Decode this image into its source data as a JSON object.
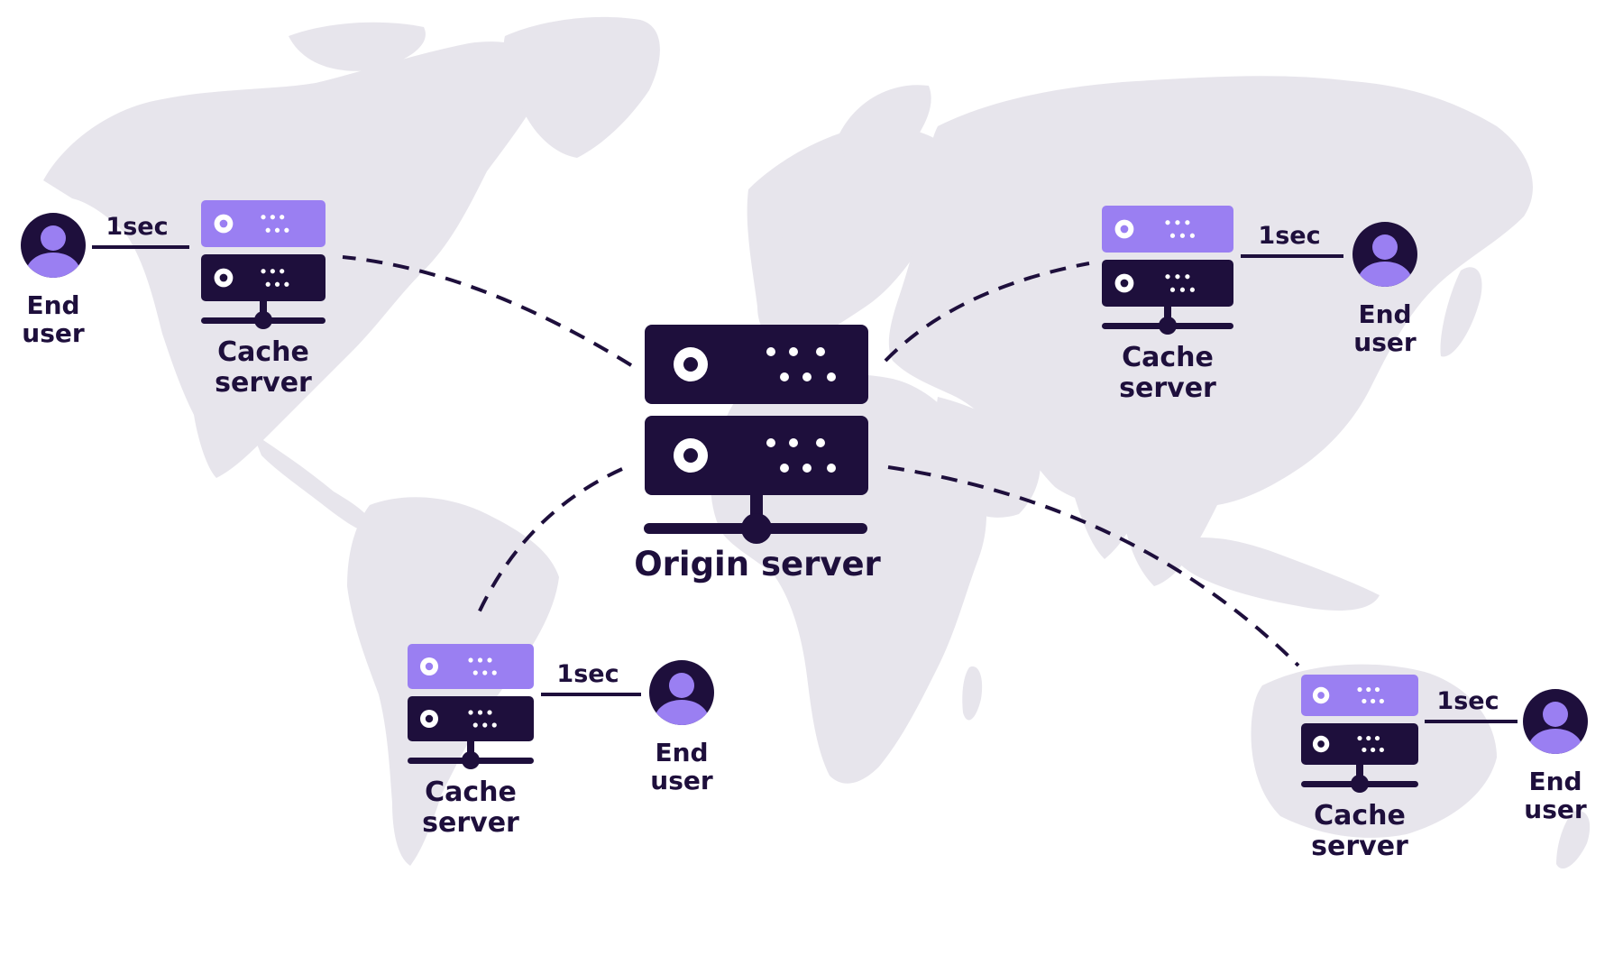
{
  "colors": {
    "dark": "#1e0f3c",
    "purple": "#9a7ff2",
    "land": "#e7e5ec",
    "background": "#ffffff"
  },
  "origin": {
    "label": "Origin server"
  },
  "sites": [
    {
      "id": "north-america",
      "cache_label_1": "Cache",
      "cache_label_2": "server",
      "user_label_1": "End",
      "user_label_2": "user",
      "latency": "1sec"
    },
    {
      "id": "asia",
      "cache_label_1": "Cache",
      "cache_label_2": "server",
      "user_label_1": "End",
      "user_label_2": "user",
      "latency": "1sec"
    },
    {
      "id": "south-america",
      "cache_label_1": "Cache",
      "cache_label_2": "server",
      "user_label_1": "End",
      "user_label_2": "user",
      "latency": "1sec"
    },
    {
      "id": "oceania",
      "cache_label_1": "Cache",
      "cache_label_2": "server",
      "user_label_1": "End",
      "user_label_2": "user",
      "latency": "1sec"
    }
  ],
  "icons": {
    "origin": "server-rack-icon",
    "cache": "cache-server-icon",
    "user": "user-avatar-icon"
  }
}
